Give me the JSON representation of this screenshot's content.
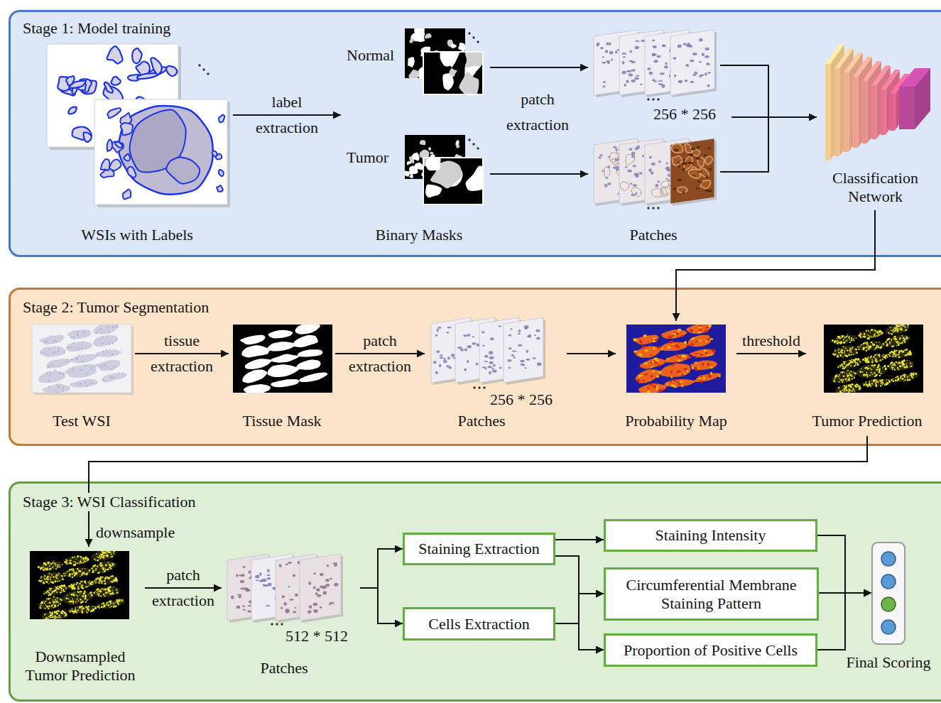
{
  "diagram": {
    "nodes": [
      {
        "text": [
          "Stage 1: Model training"
        ]
      },
      {
        "text": [
          "WSIs with Labels"
        ],
        "in": 0
      },
      {
        "text": [
          "Binary Masks"
        ],
        "in": 0
      },
      {
        "text": [
          "Normal"
        ],
        "in": 2
      },
      {
        "text": [
          "Tumor"
        ],
        "in": 2
      },
      {
        "text": [
          "256 * 256",
          "Patches"
        ],
        "in": 0
      },
      {
        "text": [
          "Classification Network"
        ],
        "in": 0
      },
      {
        "text": [
          "Stage 2: Tumor Segmentation"
        ]
      },
      {
        "text": [
          "Test WSI"
        ],
        "in": 7
      },
      {
        "text": [
          "Tissue Mask"
        ],
        "in": 7
      },
      {
        "text": [
          "256 * 256",
          "Patches"
        ],
        "in": 7
      },
      {
        "text": [
          "Probability Map"
        ],
        "in": 7
      },
      {
        "text": [
          "Tumor Prediction"
        ],
        "in": 7
      },
      {
        "text": [
          "Stage 3: WSI Classification"
        ]
      },
      {
        "text": [
          "Downsampled Tumor Prediction"
        ],
        "in": 13
      },
      {
        "text": [
          "512 * 512",
          "Patches"
        ],
        "in": 13
      },
      {
        "text": [
          "Staining Extraction"
        ],
        "in": 13
      },
      {
        "text": [
          "Cells Extraction"
        ],
        "in": 13
      },
      {
        "text": [
          "Staining Intensity"
        ],
        "in": 13
      },
      {
        "text": [
          "Circumferential Membrane Staining Pattern"
        ],
        "in": 13
      },
      {
        "text": [
          "Proportion of Positive Cells"
        ],
        "in": 13
      },
      {
        "text": [
          "Final Scoring"
        ],
        "in": 13
      }
    ],
    "edges": [
      {
        "from": 1,
        "to": 2,
        "label": "label extraction",
        "arrow": "to"
      },
      {
        "from": 3,
        "to": 5,
        "label": "patch extraction",
        "arrow": "to"
      },
      {
        "from": 4,
        "to": 5,
        "arrow": "to"
      },
      {
        "from": 5,
        "to": 6,
        "arrow": "to"
      },
      {
        "from": 6,
        "to": 11,
        "arrow": "to"
      },
      {
        "from": 8,
        "to": 9,
        "label": "tissue extraction",
        "arrow": "to"
      },
      {
        "from": 9,
        "to": 10,
        "label": "patch extraction",
        "arrow": "to"
      },
      {
        "from": 10,
        "to": 11,
        "arrow": "to"
      },
      {
        "from": 11,
        "to": 12,
        "label": "threshold",
        "arrow": "to"
      },
      {
        "from": 12,
        "to": 14,
        "label": "downsample",
        "arrow": "to"
      },
      {
        "from": 14,
        "to": 15,
        "label": "patch extraction",
        "arrow": "to"
      },
      {
        "from": 15,
        "to": 16,
        "arrow": "to"
      },
      {
        "from": 15,
        "to": 17,
        "arrow": "to"
      },
      {
        "from": 16,
        "to": 18,
        "arrow": "to"
      },
      {
        "from": 16,
        "to": 19,
        "arrow": "to"
      },
      {
        "from": 16,
        "to": 20,
        "arrow": "to"
      },
      {
        "from": 17,
        "to": 19,
        "arrow": "to"
      },
      {
        "from": 17,
        "to": 20,
        "arrow": "to"
      },
      {
        "from": 18,
        "to": 21,
        "arrow": "to"
      },
      {
        "from": 19,
        "to": 21,
        "arrow": "to"
      },
      {
        "from": 20,
        "to": 21,
        "arrow": "to"
      }
    ]
  }
}
